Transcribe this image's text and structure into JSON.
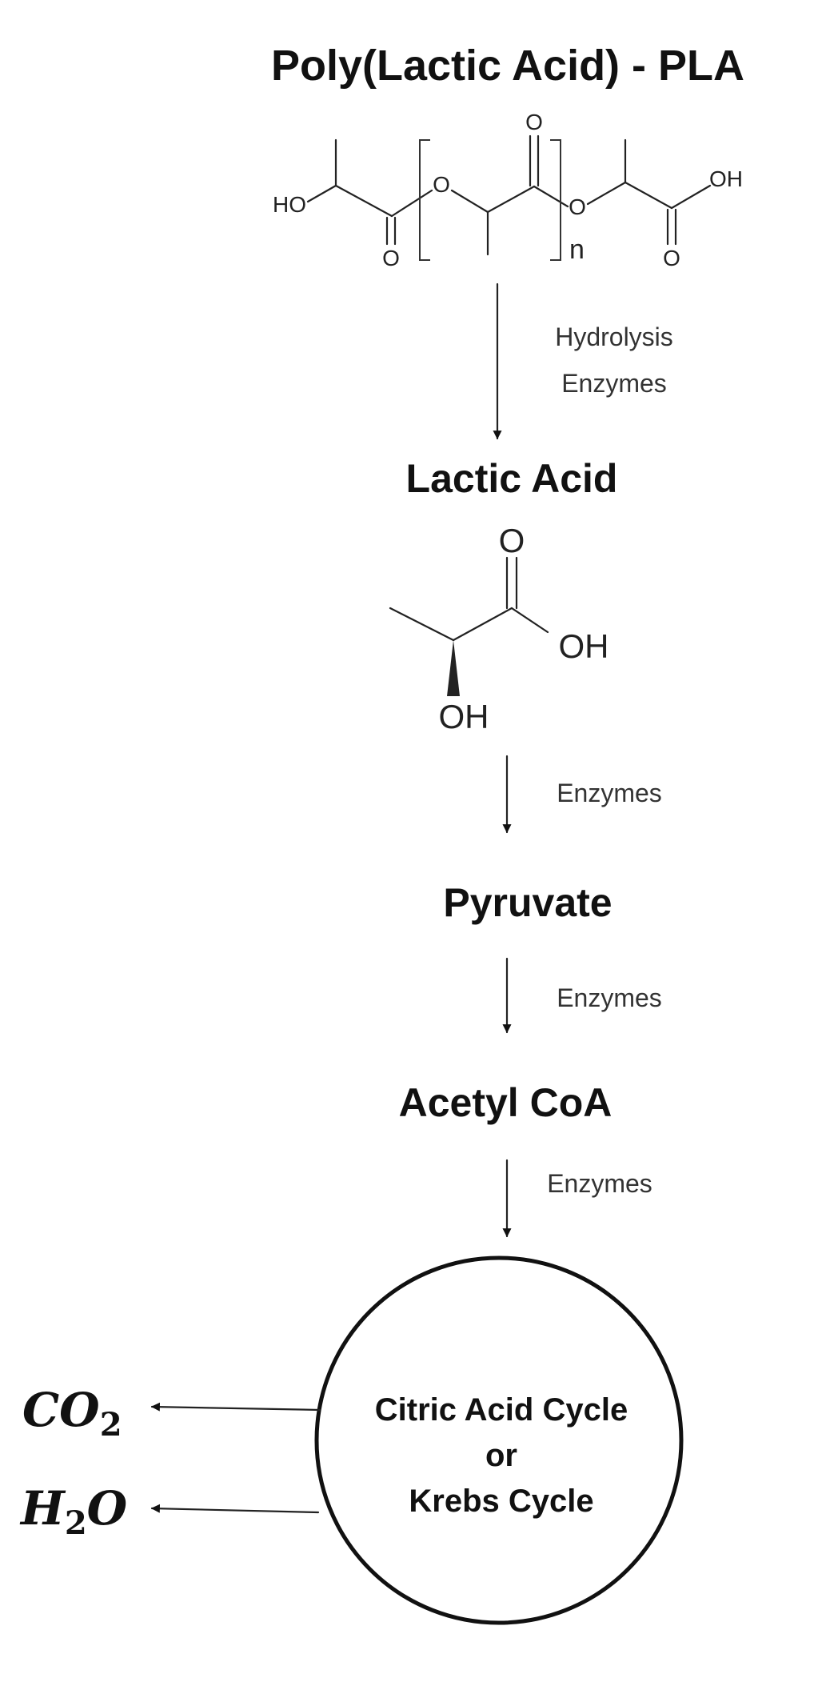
{
  "stages": {
    "pla": "Poly(Lactic Acid) - PLA",
    "lactic_acid": "Lactic Acid",
    "pyruvate": "Pyruvate",
    "acetyl_coa": "Acetyl CoA"
  },
  "pla_structure": {
    "end_hydroxyl": "HO",
    "ester_o1": "O",
    "carbonyl_o1": "O",
    "repeat_carbonyl_o": "O",
    "ester_o2": "O",
    "acid_carbonyl_o": "O",
    "acid_hydroxyl": "OH",
    "repeat_index": "n"
  },
  "lactic_structure": {
    "carbonyl_o": "O",
    "acid_oh": "OH",
    "alpha_oh": "OH"
  },
  "steps": {
    "step1_line1": "Hydrolysis",
    "step1_line2": "Enzymes",
    "step2": "Enzymes",
    "step3": "Enzymes",
    "step4": "Enzymes"
  },
  "cycle": {
    "line1": "Citric Acid Cycle",
    "line2": "or",
    "line3": "Krebs Cycle"
  },
  "products": {
    "co2_main": "CO",
    "co2_sub": "2",
    "h2o_main": "H",
    "h2o_sub": "2",
    "h2o_end": "O"
  }
}
